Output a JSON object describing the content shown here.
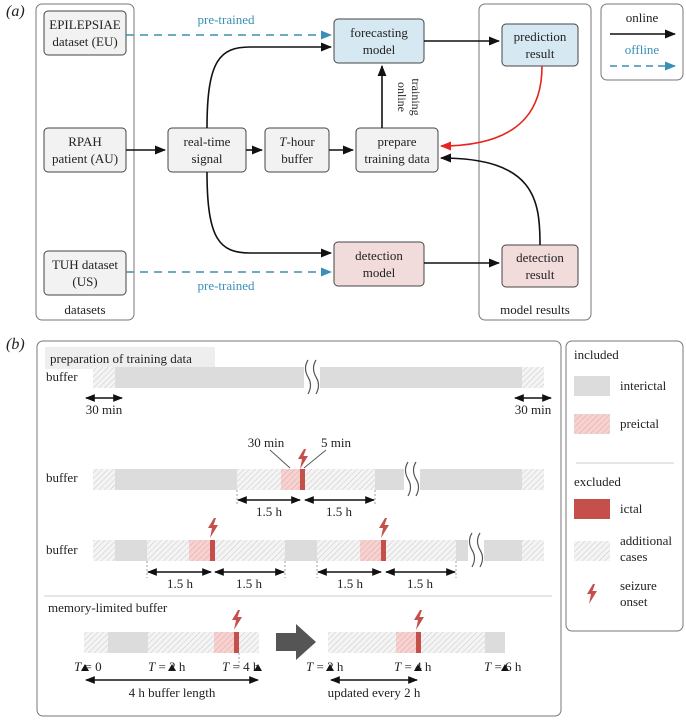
{
  "panel_a": {
    "label": "(a)",
    "datasets_label": "datasets",
    "model_results_label": "model results",
    "nodes": {
      "epilepsiae": [
        "EPILEPSIAE",
        "dataset (EU)"
      ],
      "rpah": [
        "RPAH",
        "patient (AU)"
      ],
      "tuh": [
        "TUH dataset",
        "(US)"
      ],
      "realtime": [
        "real-time",
        "signal"
      ],
      "buffer_italic": "T",
      "buffer_rest": "-hour",
      "buffer_line2": "buffer",
      "prepare": [
        "prepare",
        "training data"
      ],
      "forecasting": [
        "forecasting",
        "model"
      ],
      "detection": [
        "detection",
        "model"
      ],
      "prediction": [
        "prediction",
        "result"
      ],
      "detection_result": [
        "detection",
        "result"
      ]
    },
    "pretrained_top": "pre-trained",
    "pretrained_bottom": "pre-trained",
    "online_training": [
      "online",
      "training"
    ],
    "legend": {
      "online": "online",
      "offline": "offline"
    },
    "colors": {
      "blue_box": "#d6e9f2",
      "pink_box": "#f2dcdb",
      "grey_box": "#f2f2f2",
      "dashed": "#3a8fb7",
      "red_arrow": "#e8231d",
      "ictal": "#c5504b"
    }
  },
  "panel_b": {
    "label": "(b)",
    "title": "preparation of training data",
    "row_label": "buffer",
    "thirty_min": "30 min",
    "five_min": "5 min",
    "one_five_h": "1.5 h",
    "memory_title": "memory-limited buffer",
    "t_symbol": "T",
    "tick_labels": [
      " = 0",
      " = 2 h",
      " = 4 h",
      " = 2 h",
      " = 4 h",
      " = 6 h"
    ],
    "buffer_length": "4 h buffer length",
    "updated": "updated every 2 h",
    "legend": {
      "included": "included",
      "interictal": "interictal",
      "preictal": "preictal",
      "excluded": "excluded",
      "ictal": "ictal",
      "additional": [
        "additional",
        "cases"
      ],
      "seizure": [
        "seizure",
        "onset"
      ]
    }
  }
}
